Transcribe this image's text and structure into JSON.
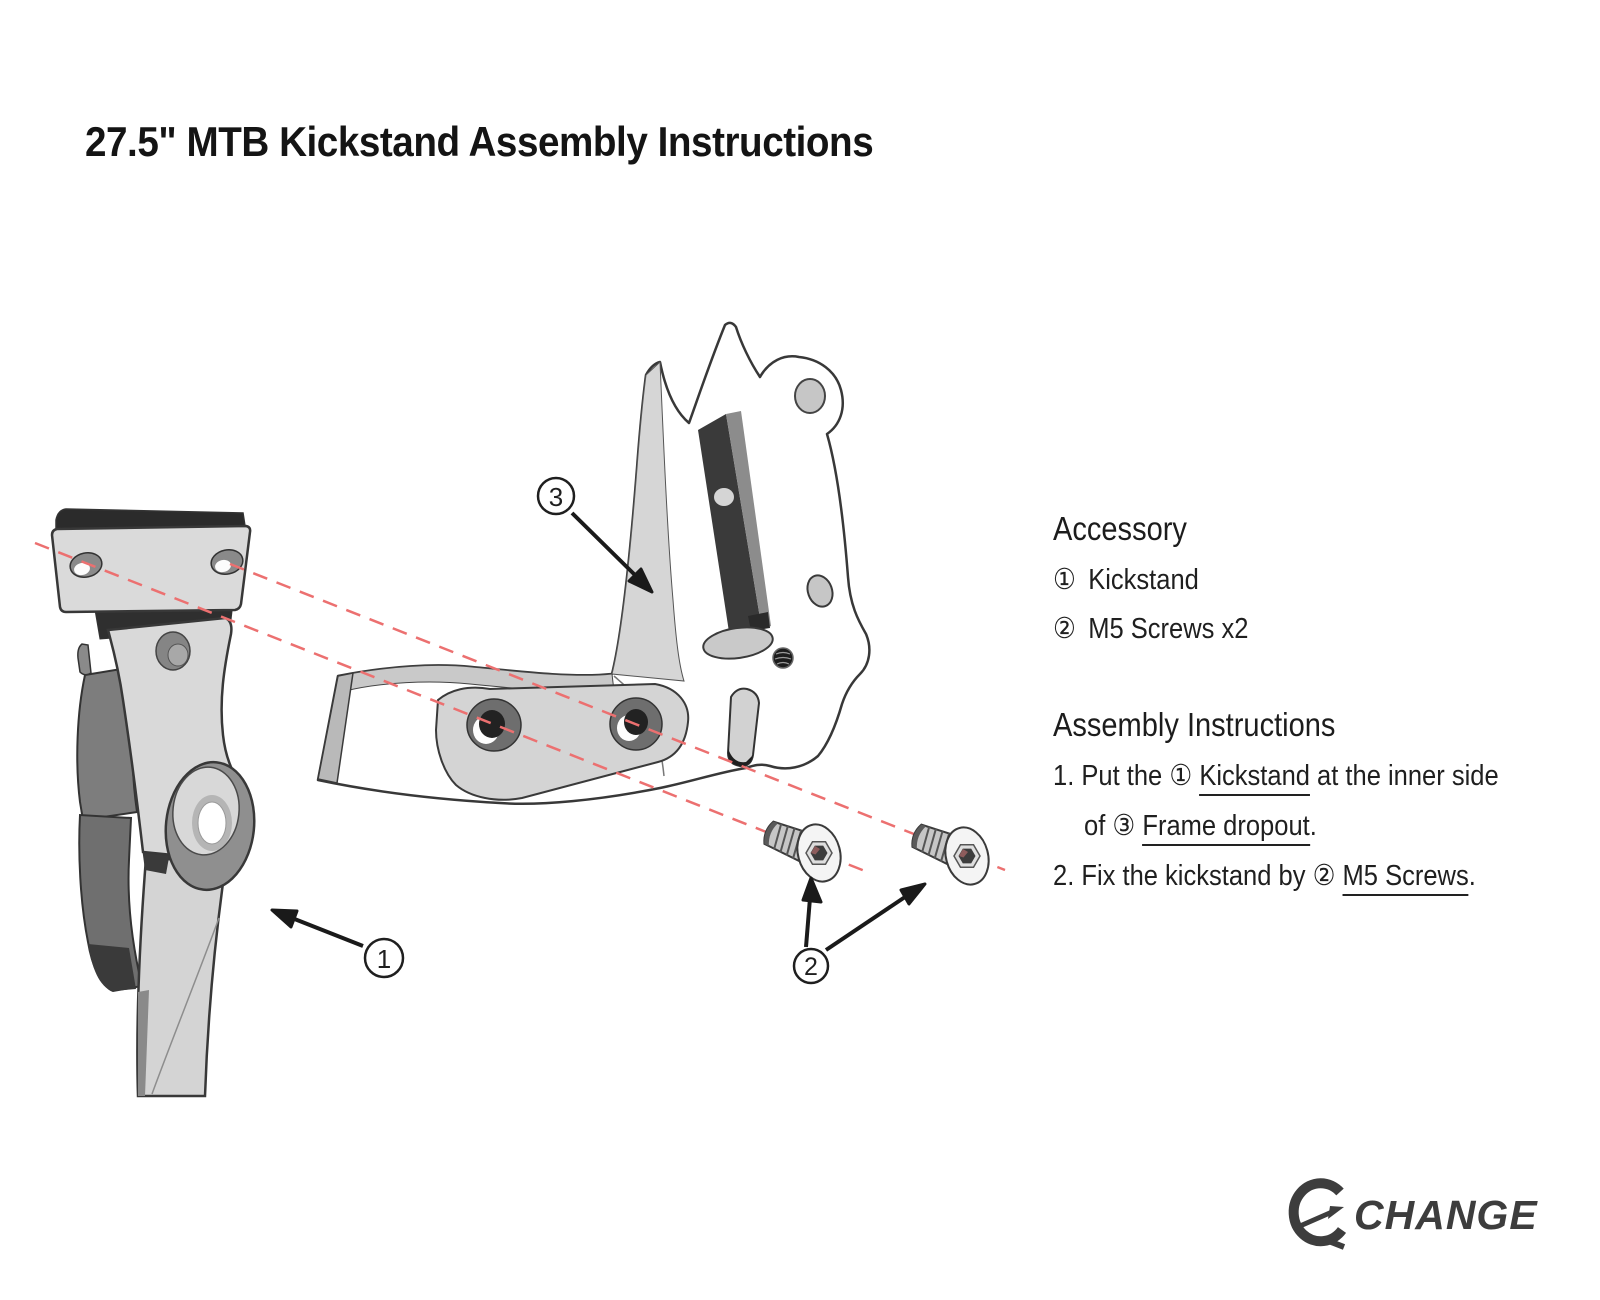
{
  "title": "27.5\" MTB Kickstand Assembly Instructions",
  "accessory": {
    "heading": "Accessory",
    "items": [
      {
        "num": "①",
        "label": "Kickstand"
      },
      {
        "num": "②",
        "label": "M5 Screws x2"
      }
    ]
  },
  "instructions": {
    "heading": "Assembly Instructions",
    "step1": {
      "p1": "1. Put the ",
      "num": "①",
      "link": "Kickstand",
      "p2": " at the inner side"
    },
    "step1b": {
      "p1": "of ",
      "num": "③",
      "link": "Frame dropout",
      "p2": "."
    },
    "step2": {
      "p1": "2. Fix the kickstand by ",
      "num": "②",
      "link": "M5 Screws",
      "p2": "."
    }
  },
  "diagram": {
    "callouts": {
      "kickstand": "1",
      "screws": "2",
      "frame_dropout": "3"
    },
    "parts": [
      "kickstand",
      "m5-screws",
      "frame-dropout"
    ]
  },
  "logo": {
    "text": "CHANGE"
  },
  "colors": {
    "accent_dash_red": "#ec7070",
    "ink": "#1d1d1d",
    "part_light_gray": "#d7d7d7",
    "part_mid_gray": "#8a8a8a",
    "part_dark_gray": "#3a3a3a",
    "logo_gray": "#3d3d3d"
  }
}
